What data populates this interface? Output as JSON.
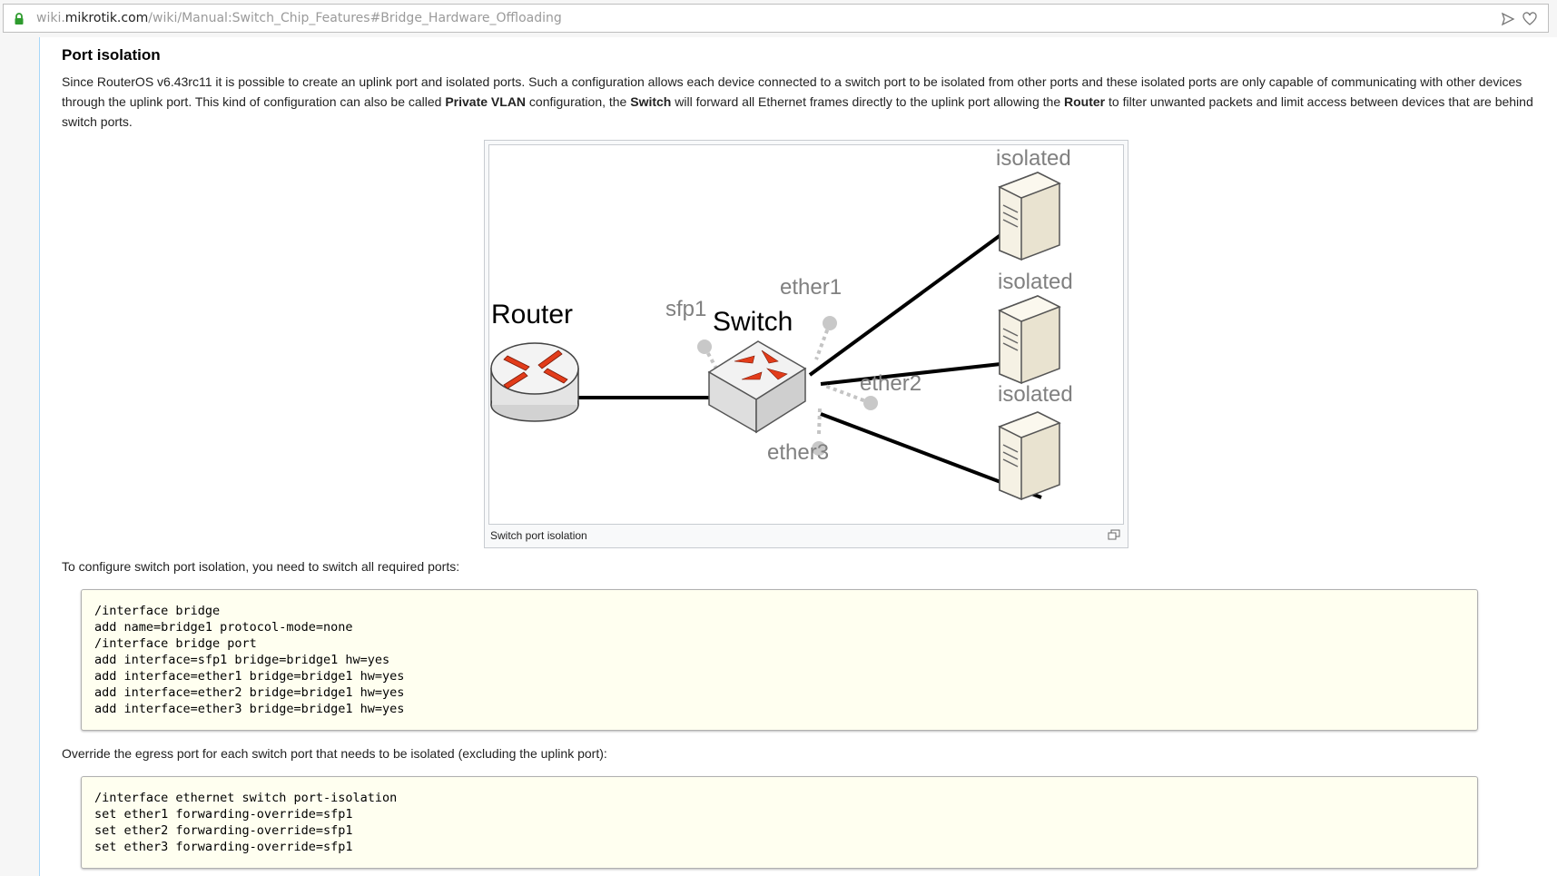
{
  "browser": {
    "url_prefix": "wiki.",
    "url_host": "mikrotik.com",
    "url_path": "/wiki/Manual:Switch_Chip_Features#Bridge_Hardware_Offloading",
    "lock_icon": "lock-icon",
    "accent_color": "#2e9b2e"
  },
  "section": {
    "title": "Port isolation",
    "intro": {
      "part1": "Since RouterOS v6.43rc11 it is possible to create an uplink port and isolated ports. Such a configuration allows each device connected to a switch port to be isolated from other ports and these isolated ports are only capable of communicating with other devices through the uplink port. This kind of configuration can also be called ",
      "bold1": "Private VLAN",
      "part2": " configuration, the ",
      "bold2": "Switch",
      "part3": " will forward all Ethernet frames directly to the uplink port allowing the ",
      "bold3": "Router",
      "part4": " to filter unwanted packets and limit access between devices that are behind switch ports."
    }
  },
  "diagram": {
    "router_label": "Router",
    "switch_label": "Switch",
    "ports": {
      "sfp1": "sfp1",
      "ether1": "ether1",
      "ether2": "ether2",
      "ether3": "ether3"
    },
    "isolated_labels": [
      "isolated",
      "isolated",
      "isolated"
    ],
    "caption": "Switch port isolation"
  },
  "configure_text": "To configure switch port isolation, you need to switch all required ports:",
  "code_block_1": [
    "/interface bridge",
    "add name=bridge1 protocol-mode=none",
    "/interface bridge port",
    "add interface=sfp1 bridge=bridge1 hw=yes",
    "add interface=ether1 bridge=bridge1 hw=yes",
    "add interface=ether2 bridge=bridge1 hw=yes",
    "add interface=ether3 bridge=bridge1 hw=yes"
  ],
  "override_text": "Override the egress port for each switch port that needs to be isolated (excluding the uplink port):",
  "code_block_2": [
    "/interface ethernet switch port-isolation",
    "set ether1 forwarding-override=sfp1",
    "set ether2 forwarding-override=sfp1",
    "set ether3 forwarding-override=sfp1"
  ]
}
